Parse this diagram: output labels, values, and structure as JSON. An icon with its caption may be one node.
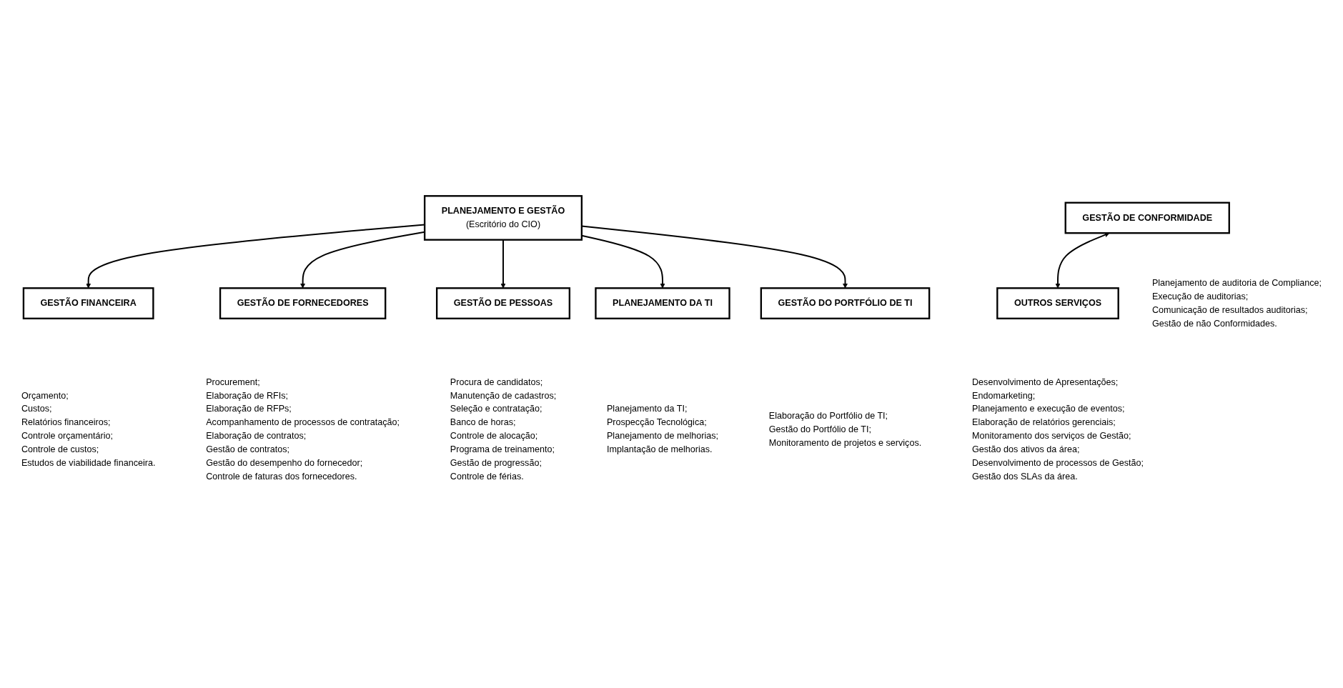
{
  "diagram": {
    "nodes": [
      {
        "text": [
          "PLANEJAMENTO E GESTÃO",
          "(Escritório do CIO)"
        ]
      },
      {
        "text": [
          "GESTÃO DE CONFORMIDADE"
        ],
        "beside": [
          "Planejamento de auditoria de Compliance;",
          "Execução de auditorias;",
          "Comunicação de resultados auditorias;",
          "Gestão de não Conformidades."
        ]
      },
      {
        "text": [
          "OUTROS SERVIÇOS"
        ],
        "beside": [
          "Desenvolvimento de Apresentações;",
          "Endomarketing;",
          "Planejamento e execução de eventos;",
          "Elaboração de relatórios gerenciais;",
          "Monitoramento dos serviços de Gestão;",
          "Gestão dos ativos da área;",
          "Desenvolvimento de processos de Gestão;",
          "Gestão dos SLAs da área."
        ]
      },
      {
        "text": [
          "GESTÃO FINANCEIRA"
        ],
        "beside": [
          "Orçamento;",
          "Custos;",
          "Relatórios financeiros;",
          "Controle orçamentário;",
          "Controle de custos;",
          "Estudos de viabilidade financeira."
        ]
      },
      {
        "text": [
          "GESTÃO DE FORNECEDORES"
        ],
        "beside": [
          "Procurement;",
          "Elaboração de RFIs;",
          "Elaboração de RFPs;",
          "Acompanhamento de processos de contratação;",
          "Elaboração de contratos;",
          "Gestão de contratos;",
          "Gestão do desempenho do fornecedor;",
          "Controle de faturas dos fornecedores."
        ]
      },
      {
        "text": [
          "GESTÃO DE PESSOAS"
        ],
        "beside": [
          "Procura de candidatos;",
          "Manutenção de cadastros;",
          "Seleção e contratação;",
          "Banco de horas;",
          "Controle de alocação;",
          "Programa de treinamento;",
          "Gestão de progressão;",
          "Controle de férias."
        ]
      },
      {
        "text": [
          "PLANEJAMENTO DA TI"
        ],
        "beside": [
          "Planejamento da TI;",
          "Prospecção Tecnológica;",
          "Planejamento de melhorias;",
          "Implantação de melhorias."
        ]
      },
      {
        "text": [
          "GESTÃO DO PORTFÓLIO DE TI"
        ],
        "beside": [
          "Elaboração do Portfólio de TI;",
          "Gestão do Portfólio de TI;",
          "Monitoramento de projetos e serviços."
        ]
      }
    ],
    "edges": [
      {
        "from": 1,
        "to": 2,
        "arrow": "both"
      },
      {
        "from": 0,
        "to": 3,
        "arrow": "to"
      },
      {
        "from": 0,
        "to": 4,
        "arrow": "to"
      },
      {
        "from": 0,
        "to": 5,
        "arrow": "to"
      },
      {
        "from": 0,
        "to": 6,
        "arrow": "to"
      },
      {
        "from": 0,
        "to": 7,
        "arrow": "to"
      }
    ]
  }
}
